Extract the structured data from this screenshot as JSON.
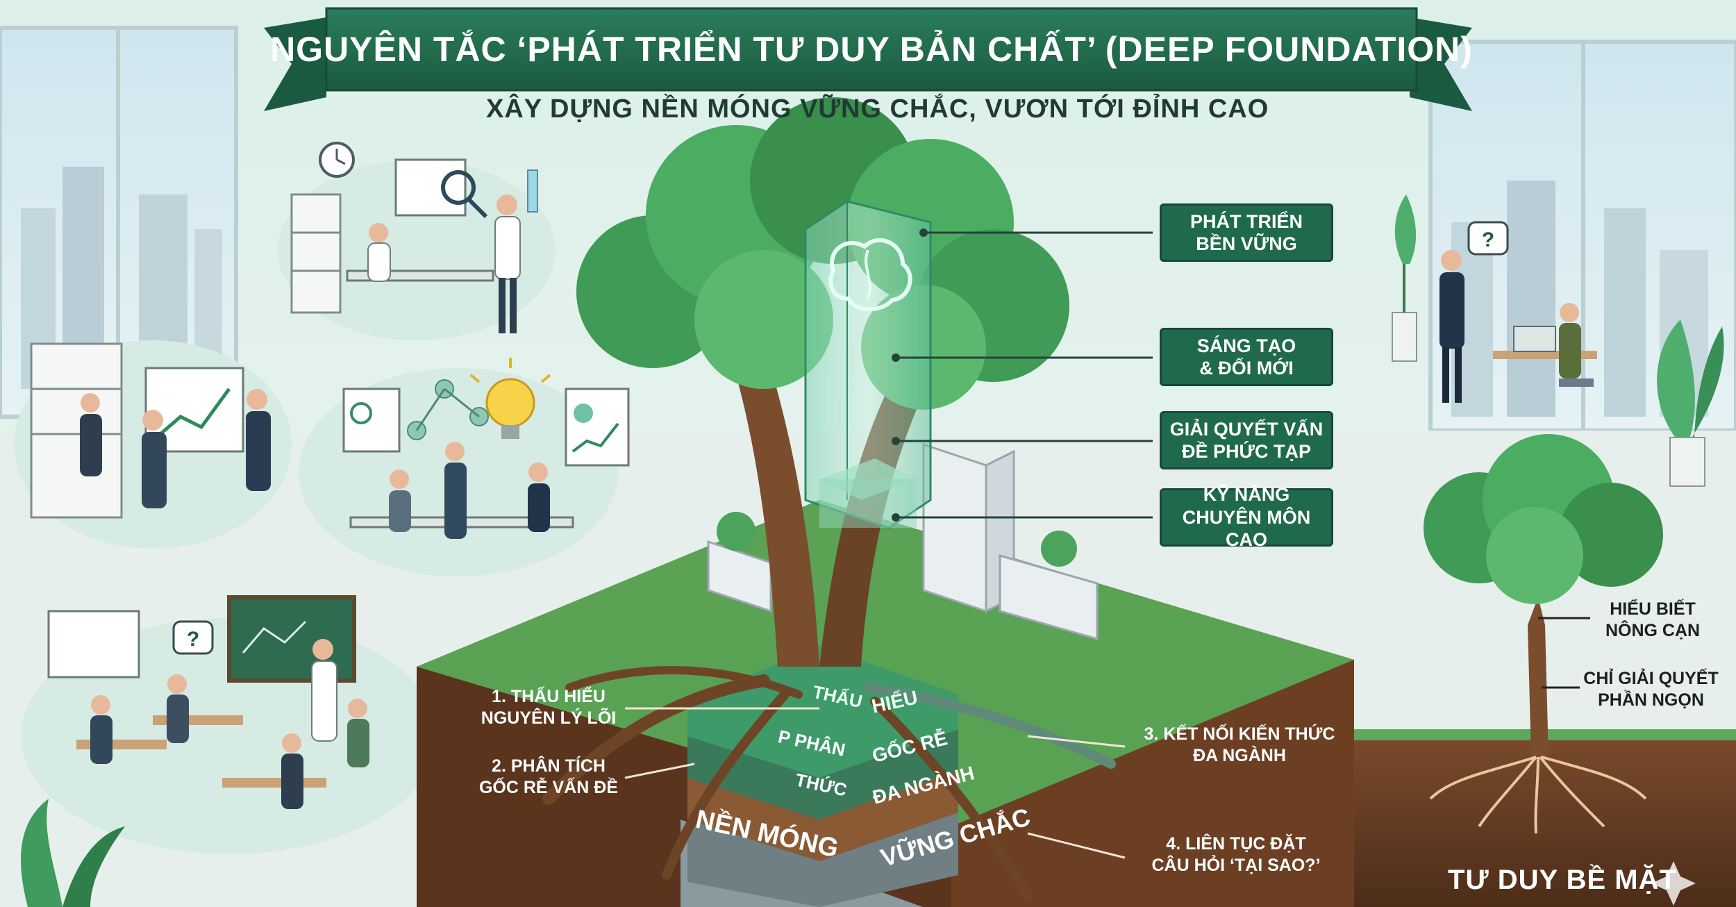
{
  "header": {
    "title": "NGUYÊN TẮC ‘PHÁT TRIỂN TƯ DUY BẢN CHẤT’ (DEEP FOUNDATION)",
    "subtitle": "XÂY DỰNG NỀN MÓNG VỮNG CHẮC, VƯƠN TỚI ĐỈNH CAO"
  },
  "benefits": [
    {
      "line1": "PHÁT TRIỂN",
      "line2": "BỀN VỮNG"
    },
    {
      "line1": "SÁNG TẠO",
      "line2": "& ĐỔI MỚI"
    },
    {
      "line1": "GIẢI QUYẾT VẤN",
      "line2": "ĐỀ PHỨC TẠP"
    },
    {
      "line1": "KỸ NĂNG",
      "line2": "CHUYÊN MÔN CAO"
    }
  ],
  "roots": [
    {
      "line1": "1. THẤU HIỂU",
      "line2": "NGUYÊN LÝ LÕI"
    },
    {
      "line1": "2. PHÂN TÍCH",
      "line2": "GỐC RỄ VẤN ĐỀ"
    },
    {
      "line1": "3. KẾT NỐI KIẾN THỨC",
      "line2": "ĐA NGÀNH"
    },
    {
      "line1": "4. LIÊN TỤC ĐẶT",
      "line2": "CÂU HỎI ‘TẠI SAO?’"
    }
  ],
  "layers": {
    "top_left": "THẤU",
    "top_right": "HIỂU",
    "second_left": "P PHÂN",
    "second_right": "GỐC RỄ",
    "third_left": "THỨC",
    "third_right": "ĐA NGÀNH",
    "base_left": "NỀN MÓNG",
    "base_right": "VỮNG CHẮC"
  },
  "surface": {
    "note1_line1": "HIỂU BIẾT",
    "note1_line2": "NÔNG CẠN",
    "note2_line1": "CHỈ GIẢI QUYẾT",
    "note2_line2": "PHẦN NGỌN",
    "title": "TƯ DUY BỀ MẶT"
  },
  "colors": {
    "brand_green": "#1f6a4d",
    "dark_green": "#154a36",
    "soil": "#6b3f24",
    "sky": "#e8f2ef"
  },
  "icons": [
    "brain-icon",
    "question-icon",
    "lightbulb-icon",
    "clock-icon",
    "magnifier-icon",
    "sparkle-icon"
  ]
}
